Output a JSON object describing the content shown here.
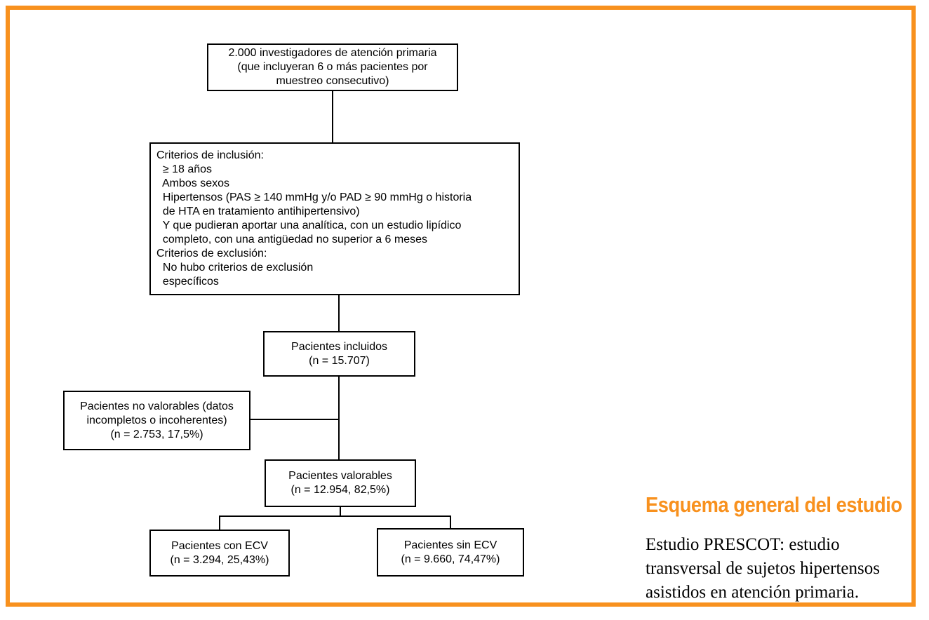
{
  "page": {
    "background_color": "#ffffff",
    "accent_color": "#F8911E"
  },
  "flowchart": {
    "investigators_box": {
      "lines": [
        "2.000 investigadores de atención primaria",
        "(que incluyeran 6 o más pacientes por",
        "muestreo consecutivo)"
      ]
    },
    "criteria_box": {
      "lines": [
        "Criterios de inclusión:",
        "  ≥ 18 años",
        "  Ambos sexos",
        "  Hipertensos (PAS ≥ 140 mmHg y/o PAD ≥ 90 mmHg o historia",
        "  de HTA en tratamiento antihipertensivo)",
        "  Y que pudieran aportar una analítica, con un estudio lipídico",
        "  completo, con una antigüedad no superior a 6 meses",
        "Criterios de exclusión:",
        "  No hubo criterios de exclusión",
        "  específicos"
      ]
    },
    "included_patients_box": {
      "lines": [
        "Pacientes incluidos",
        "(n = 15.707)"
      ]
    },
    "not_evaluable_patients_box": {
      "lines": [
        "Pacientes no valorables (datos",
        "incompletos o incoherentes)",
        "(n = 2.753, 17,5%)"
      ]
    },
    "evaluable_patients_box": {
      "lines": [
        "Pacientes valorables",
        "(n = 12.954, 82,5%)"
      ]
    },
    "with_cvd_box": {
      "lines": [
        "Pacientes con ECV",
        "(n = 3.294, 25,43%)"
      ]
    },
    "without_cvd_box": {
      "lines": [
        "Pacientes sin ECV",
        "(n = 9.660, 74,47%)"
      ]
    }
  },
  "sidebar": {
    "title": "Esquema general del estudio",
    "caption_lines": [
      "Estudio PRESCOT: estudio",
      "transversal de sujetos hipertensos",
      "asistidos en atención primaria."
    ]
  }
}
